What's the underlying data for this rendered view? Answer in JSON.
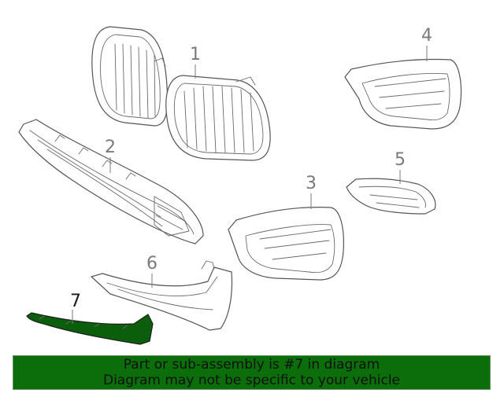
{
  "colors": {
    "highlight_part": "#0b5e0b",
    "banner_background": "#0b6e0b",
    "line_art": "#555555",
    "callout_text": "#7a7a7a"
  },
  "callouts": {
    "grille_kidney": "1",
    "lower_grille": "2",
    "left_vent_trim": "3",
    "upper_right_trim": "4",
    "small_bracket": "5",
    "lower_trim_strip": "6",
    "spoiler_strip": "7"
  },
  "banner": {
    "line1": "Part or sub-assembly is #7 in diagram",
    "line2": "Diagram may not be specific to your vehicle"
  }
}
